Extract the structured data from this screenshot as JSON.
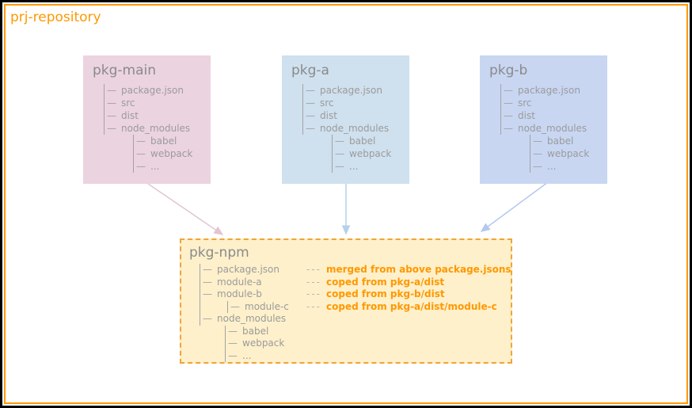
{
  "page": {
    "title": "prj-repository"
  },
  "colors": {
    "accent_orange": "#ff9800",
    "npm_border": "#f0a437",
    "npm_background": "#fdf0cb",
    "pkg_main_background": "#ebd3df",
    "pkg_a_background": "#cfe0ee",
    "pkg_b_background": "#c8d6f2",
    "arrow_pkg_main": "#e3c4d2",
    "arrow_pkg_a": "#b6d0e8",
    "arrow_pkg_b": "#b3c8ee",
    "text_gray": "#9b9b9b"
  },
  "packages": [
    {
      "title": "pkg-main",
      "tree": [
        "package.json",
        "src",
        "dist",
        "node_modules"
      ],
      "nested": [
        "babel",
        "webpack",
        "..."
      ]
    },
    {
      "title": "pkg-a",
      "tree": [
        "package.json",
        "src",
        "dist",
        "node_modules"
      ],
      "nested": [
        "babel",
        "webpack",
        "..."
      ]
    },
    {
      "title": "pkg-b",
      "tree": [
        "package.json",
        "src",
        "dist",
        "node_modules"
      ],
      "nested": [
        "babel",
        "webpack",
        "..."
      ]
    }
  ],
  "npm": {
    "title": "pkg-npm",
    "note_prefix": "---",
    "rows": [
      {
        "label": "package.json",
        "note": "merged from above  package.jsons"
      },
      {
        "label": "module-a",
        "note": "coped from pkg-a/dist"
      },
      {
        "label": "module-b",
        "note": "coped from pkg-b/dist"
      },
      {
        "label": "module-c",
        "note": "coped from pkg-a/dist/module-c",
        "deep": true
      },
      {
        "label": "node_modules"
      }
    ],
    "nested": [
      "babel",
      "webpack",
      "..."
    ]
  }
}
